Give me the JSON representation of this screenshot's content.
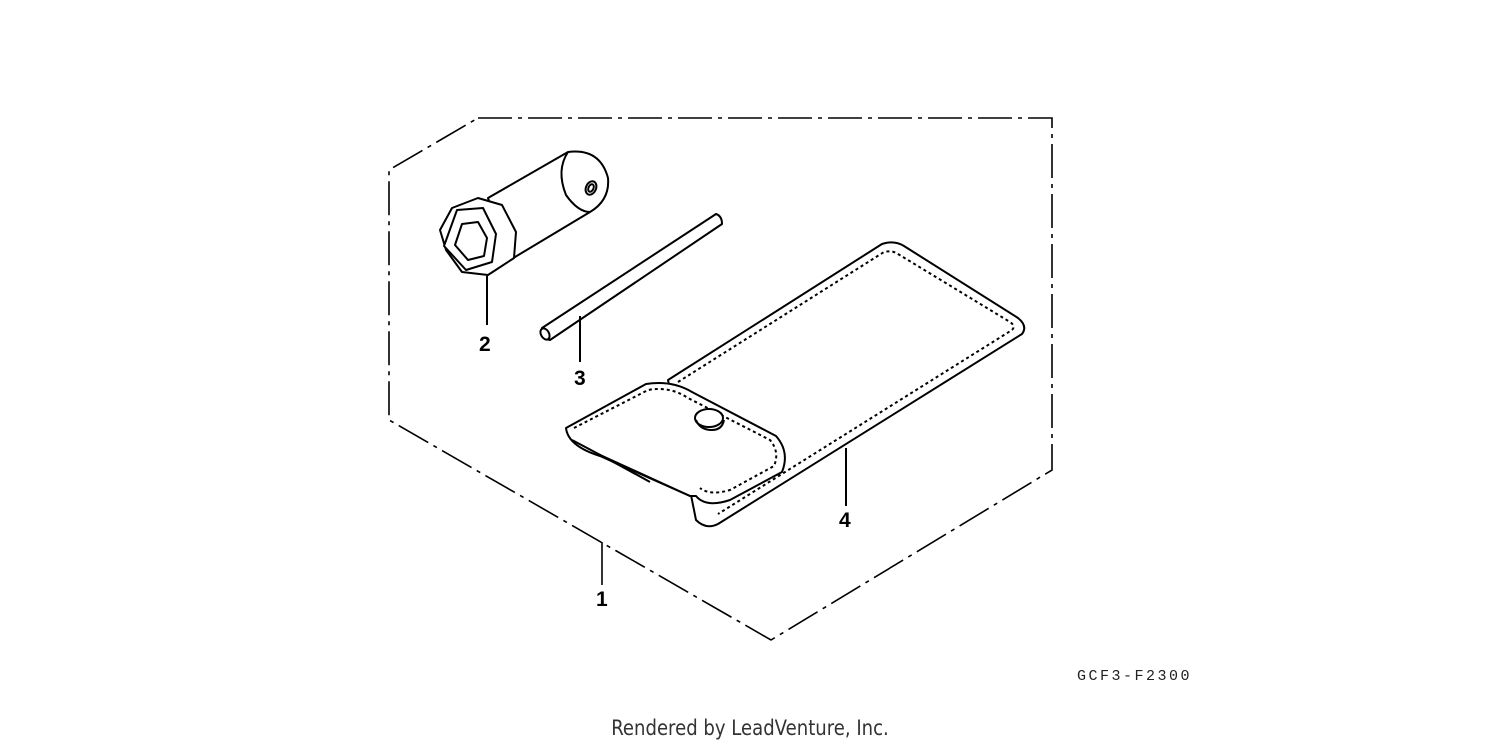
{
  "diagram": {
    "callouts": {
      "kit": "1",
      "socket_wrench": "2",
      "handle_bar": "3",
      "tool_bag": "4"
    },
    "diagram_code": "GCF3-F2300"
  },
  "footer": {
    "credit": "Rendered by LeadVenture, Inc."
  }
}
